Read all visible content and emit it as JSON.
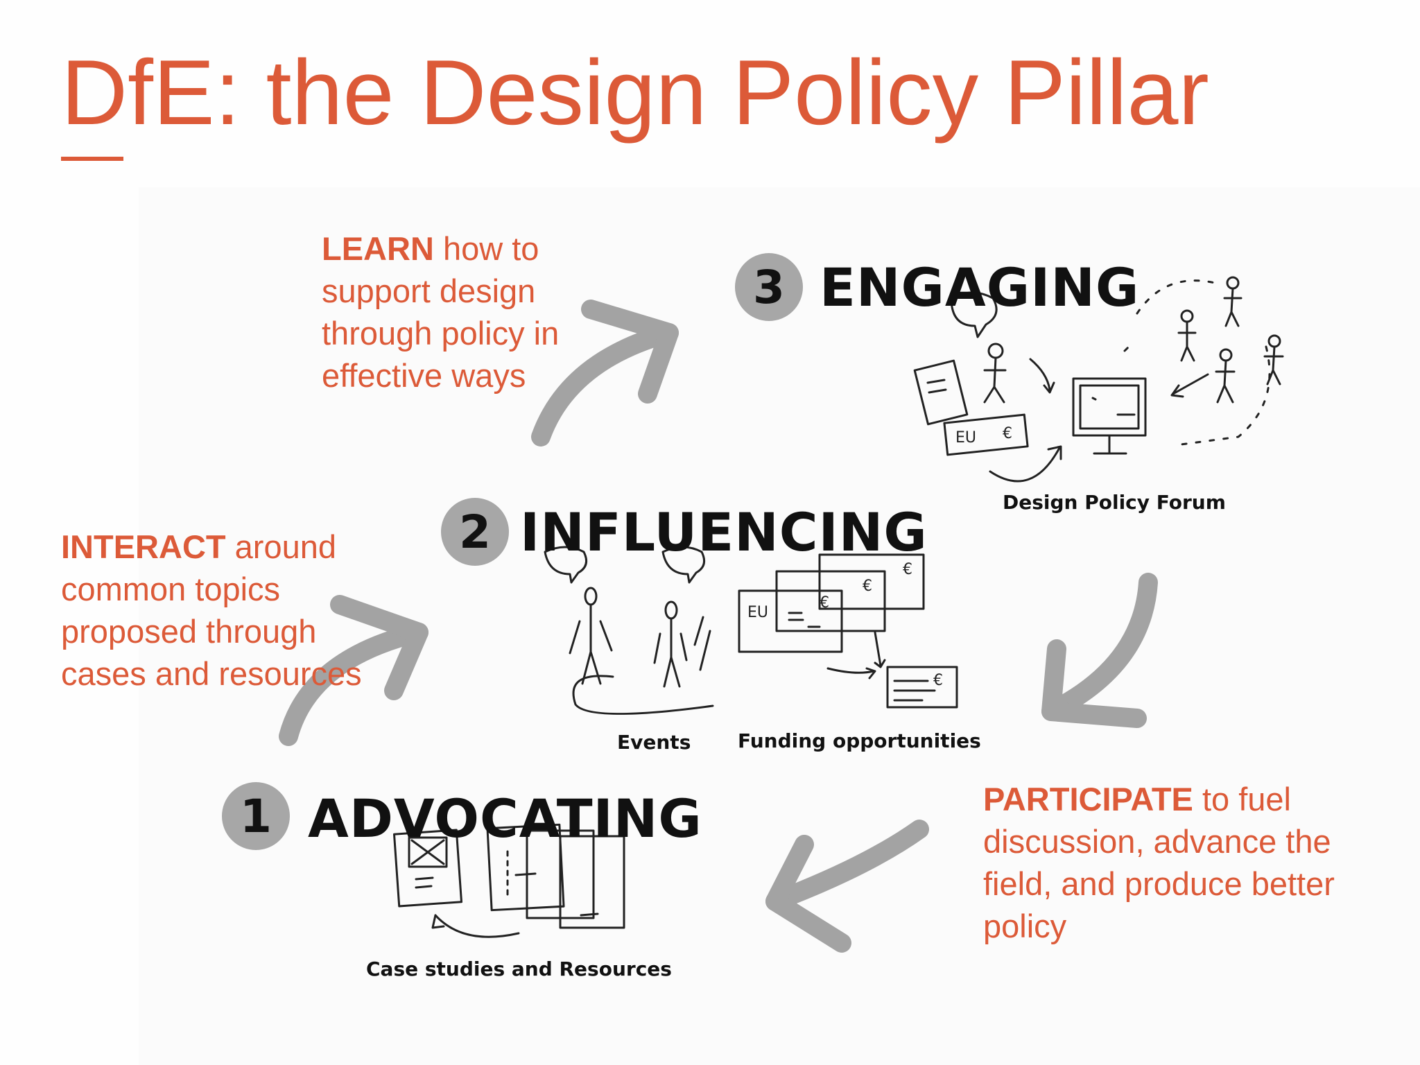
{
  "title": "DfE: the Design Policy Pillar",
  "colors": {
    "accent": "#dc5a38",
    "ink": "#111111",
    "arrow": "#a3a3a3",
    "badge": "#a7a7a7"
  },
  "captions": {
    "learn": {
      "strong": "LEARN",
      "rest": " how to support design through policy in effective ways"
    },
    "interact": {
      "strong": "INTERACT",
      "rest": " around common topics proposed through cases and resources"
    },
    "participate": {
      "strong": "PARTICIPATE",
      "rest": " to fuel discussion, advance the field, and produce better policy"
    }
  },
  "stages": [
    {
      "number": "1",
      "label": "ADVOCATING"
    },
    {
      "number": "2",
      "label": "INFLUENCING"
    },
    {
      "number": "3",
      "label": "ENGAGING"
    }
  ],
  "sketch_captions": {
    "forum": "Design Policy Forum",
    "events": "Events",
    "funding": "Funding opportunities",
    "cases": "Case studies and Resources"
  },
  "sketch_text": {
    "eu": "EU",
    "euro": "€"
  },
  "icons": {
    "cycle_arrow": "curved-arrow-icon",
    "people": "stick-figure-icon",
    "monitor": "computer-monitor-icon",
    "document": "document-icon",
    "speech": "speech-bubble-icon"
  }
}
